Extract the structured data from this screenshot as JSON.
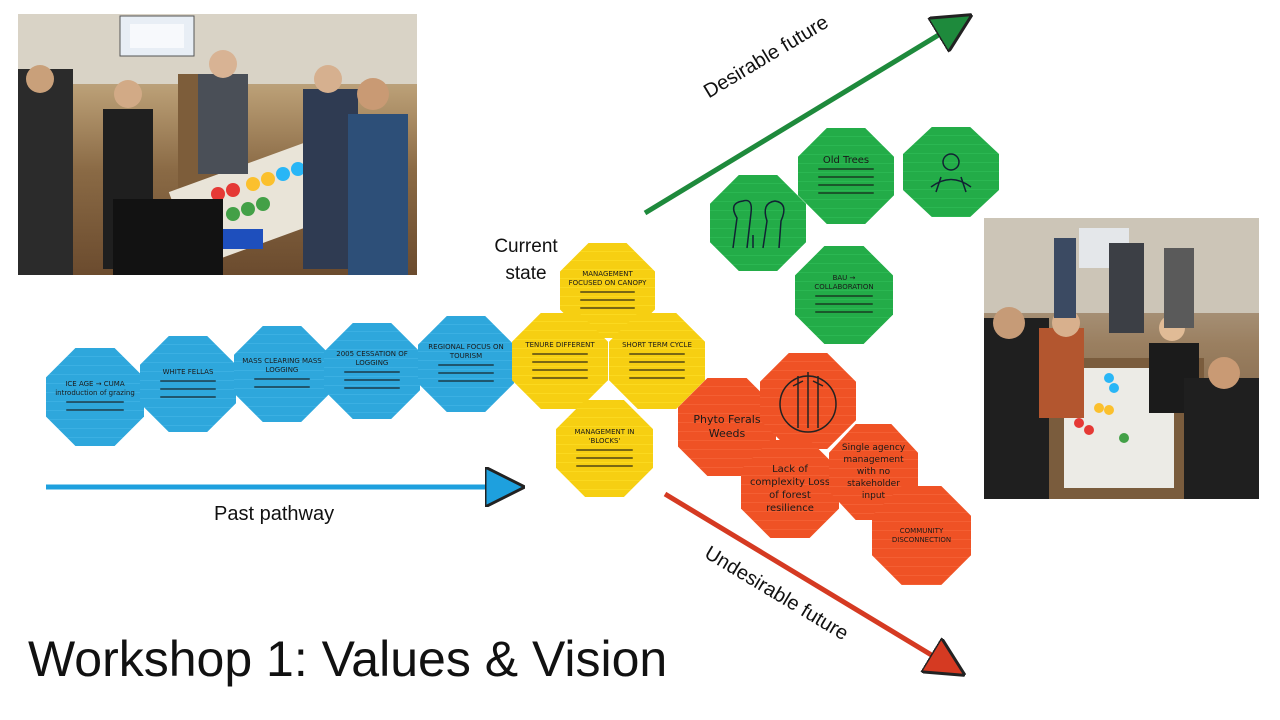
{
  "slide": {
    "title": "Workshop 1: Values & Vision"
  },
  "labels": {
    "current_state": "Current\nstate",
    "past_pathway": "Past pathway",
    "desirable_future": "Desirable future",
    "undesirable_future": "Undesirable future"
  },
  "colors": {
    "past": "#2ea7dc",
    "current": "#f6cf12",
    "desirable": "#23ac48",
    "undesirable": "#ef5225",
    "past_arrow": "#1ea0de",
    "desirable_arrow": "#1e8a3c",
    "undesirable_arrow": "#d53a22"
  },
  "notes": {
    "blue": [
      {
        "text": "ICE AGE → CUMA introduction of grazing"
      },
      {
        "text": "WHITE FELLAS"
      },
      {
        "text": "MASS CLEARING MASS LOGGING"
      },
      {
        "text": "2005 CESSATION OF LOGGING"
      },
      {
        "text": "REGIONAL FOCUS ON TOURISM"
      }
    ],
    "yellow": [
      {
        "text": "MANAGEMENT FOCUSED ON CANOPY"
      },
      {
        "text": "TENURE DIFFERENT"
      },
      {
        "text": "SHORT TERM CYCLE"
      },
      {
        "text": "MANAGEMENT IN 'BLOCKS'"
      }
    ],
    "green": [
      {
        "text": "Old Trees"
      },
      {
        "text": ""
      },
      {
        "text": ""
      },
      {
        "text": "BAU → COLLABORATION"
      }
    ],
    "red": [
      {
        "text": "Phyto Ferals Weeds"
      },
      {
        "text": ""
      },
      {
        "text": "Lack of complexity Loss of forest resilience"
      },
      {
        "text": "Single agency management with no stakeholder input"
      },
      {
        "text": "COMMUNITY DISCONNECTION"
      }
    ]
  }
}
